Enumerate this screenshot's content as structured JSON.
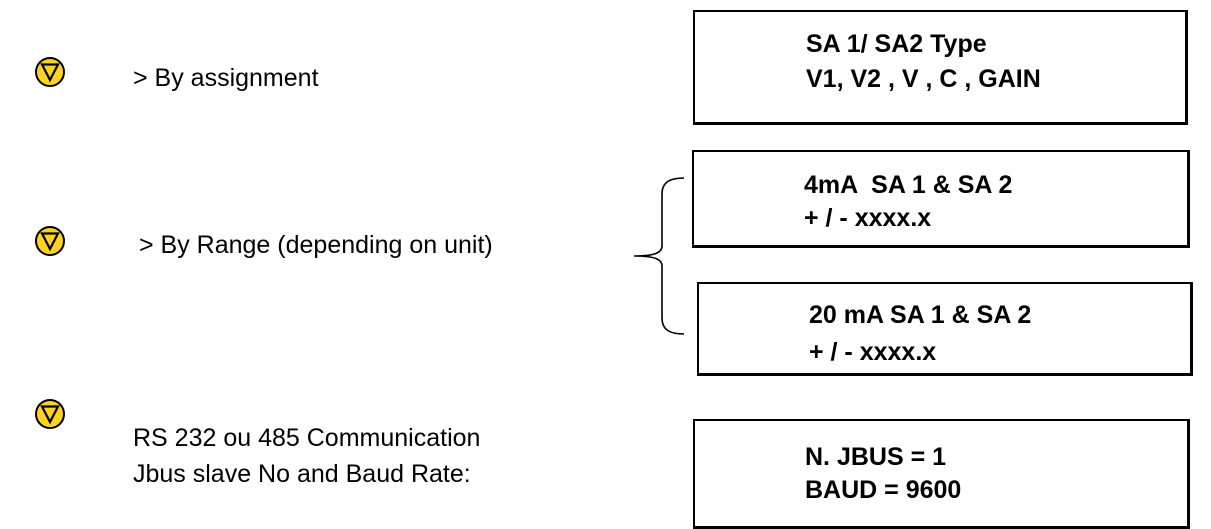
{
  "step_icon": "down-triangle-icon",
  "colors": {
    "button_fill": "#ffd21e",
    "button_outline": "#000000",
    "text": "#000000",
    "background": "#ffffff"
  },
  "steps": [
    {
      "text_lines": [
        "> By assignment"
      ],
      "displays": [
        {
          "lines": [
            "SA 1/ SA2 Type",
            "V1, V2 , V , C , GAIN"
          ]
        }
      ]
    },
    {
      "text_lines": [
        "> By Range (depending on unit)"
      ],
      "displays": [
        {
          "lines": [
            "4mA  SA 1 & SA 2",
            "+ / - xxxx.x"
          ]
        },
        {
          "lines": [
            "20 mA SA 1 & SA 2",
            "+ / - xxxx.x"
          ]
        }
      ]
    },
    {
      "text_lines": [
        "RS 232 ou 485 Communication",
        "Jbus slave No and Baud Rate:"
      ],
      "displays": [
        {
          "lines": [
            "N. JBUS = 1",
            "BAUD = 9600"
          ]
        }
      ]
    }
  ]
}
